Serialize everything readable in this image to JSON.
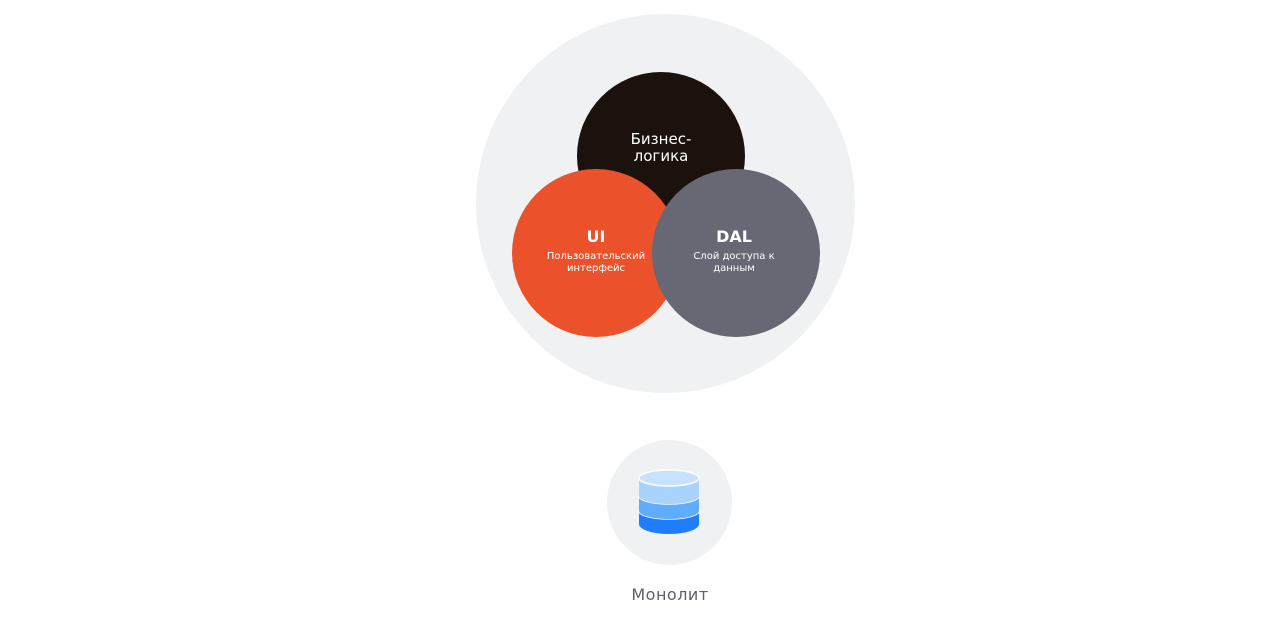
{
  "diagram": {
    "business": {
      "label": "Бизнес-\nлогика"
    },
    "ui": {
      "title": "UI",
      "subtitle": "Пользовательский\nинтерфейс"
    },
    "dal": {
      "title": "DAL",
      "subtitle": "Слой доступа к\nданным"
    },
    "colors": {
      "business": "#1c120d",
      "ui": "#eb522c",
      "dal": "#676874",
      "background_circle": "#f0f1f3",
      "database_light": "#a9d3ff",
      "database_mid": "#60adff",
      "database_dark": "#1f7eff"
    }
  },
  "database": {
    "icon": "database-icon",
    "caption": "Монолит"
  }
}
